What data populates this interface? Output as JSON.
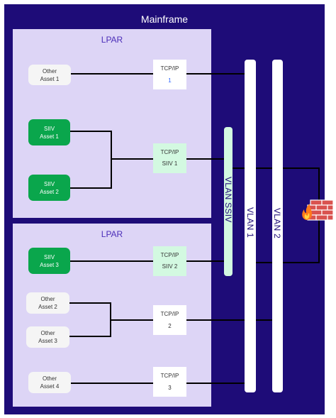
{
  "mainframe": {
    "title": "Mainframe"
  },
  "lpar_top": {
    "title": "LPAR"
  },
  "lpar_bottom": {
    "title": "LPAR"
  },
  "assets": {
    "other1": [
      "Other",
      "Asset 1"
    ],
    "siiv1": [
      "SIIV",
      "Asset 1"
    ],
    "siiv2": [
      "SIIV",
      "Asset 2"
    ],
    "siiv3": [
      "SIIV",
      "Asset 3"
    ],
    "other2": [
      "Other",
      "Asset 2"
    ],
    "other3": [
      "Other",
      "Asset 3"
    ],
    "other4": [
      "Other",
      "Asset 4"
    ]
  },
  "tcpip": {
    "t1": [
      "TCP/IP",
      "1"
    ],
    "siiv1": [
      "TCP/IP",
      "SIIV 1"
    ],
    "siiv2": [
      "TCP/IP",
      "SIIV 2"
    ],
    "t2": [
      "TCP/IP",
      "2"
    ],
    "t3": [
      "TCP/IP",
      "3"
    ]
  },
  "vlans": {
    "ssiv": "VLAN SSIV",
    "vlan1": "VLAN 1",
    "vlan2": "VLAN 2"
  },
  "firewall": {
    "icon": "firewall-icon"
  },
  "colors": {
    "mainframe": "#1e0c78",
    "lpar": "#ddd5f6",
    "siiv_asset": "#0aa64c",
    "siiv_tcp": "#d3f9e1",
    "other_asset": "#f5f5f5"
  }
}
